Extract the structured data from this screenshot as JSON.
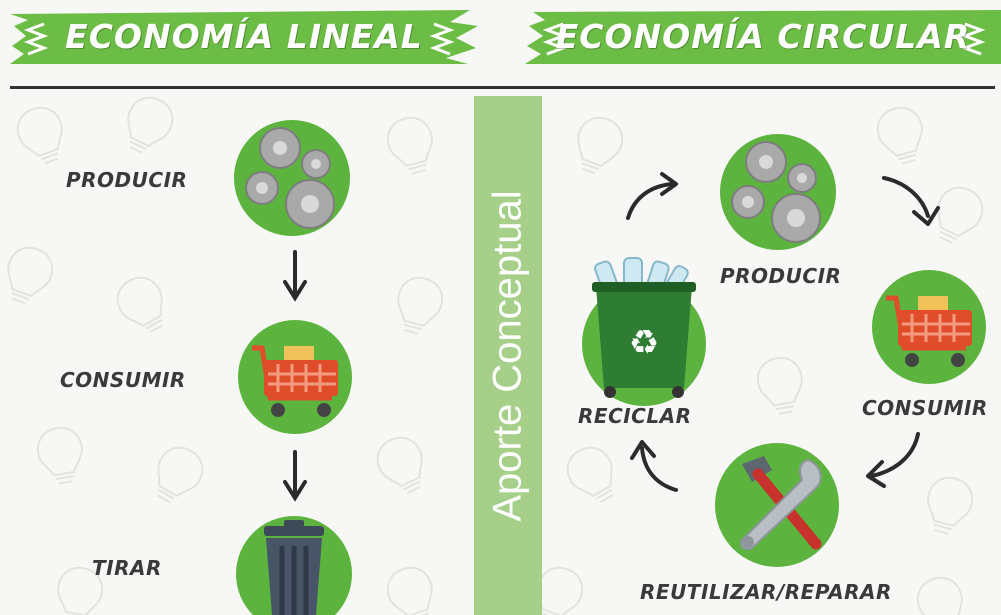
{
  "banners": {
    "left_title": "ECONOMÍA LINEAL",
    "right_title": "ECONOMÍA CIRCULAR"
  },
  "center_label": "Aporte Conceptual",
  "linear": {
    "steps": [
      "PRODUCIR",
      "CONSUMIR",
      "TIRAR"
    ]
  },
  "circular": {
    "steps": [
      "PRODUCIR",
      "CONSUMIR",
      "REUTILIZAR/REPARAR",
      "RECICLAR"
    ]
  },
  "colors": {
    "banner_green": "#6cbd45",
    "circle_green": "#5cb33e",
    "center_bar": "#a6cf8a",
    "label_text": "#3a3a3a"
  },
  "icons": [
    "gears-icon",
    "shopping-cart-icon",
    "trash-can-icon",
    "recycle-bin-icon",
    "hammer-wrench-icon",
    "arrow-icon"
  ]
}
